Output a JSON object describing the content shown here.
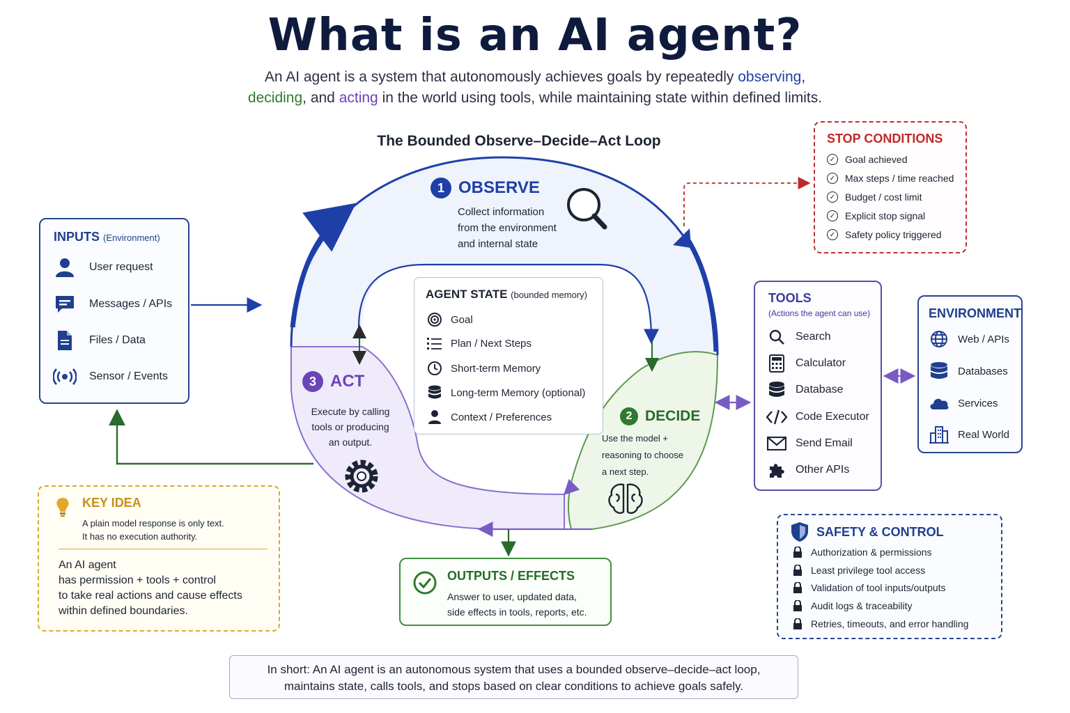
{
  "header": {
    "title": "What is an AI agent?",
    "subtitle_parts": {
      "p1": "An AI agent is a system that autonomously achieves goals by repeatedly ",
      "observing": "observing",
      "p2": ",",
      "deciding": "deciding",
      "p3": ", and ",
      "acting": "acting",
      "p4": " in the world using tools, while maintaining state within defined limits."
    }
  },
  "loop": {
    "title": "The Bounded Observe–Decide–Act Loop",
    "observe": {
      "num": "1",
      "title": "OBSERVE",
      "desc": [
        "Collect information",
        "from the environment",
        "and internal state"
      ]
    },
    "decide": {
      "num": "2",
      "title": "DECIDE",
      "desc": [
        "Use the model +",
        "reasoning to choose",
        "a next step."
      ]
    },
    "act": {
      "num": "3",
      "title": "ACT",
      "desc": [
        "Execute by calling",
        "tools or producing",
        "an output."
      ]
    }
  },
  "agent_state": {
    "title": "AGENT STATE",
    "title_note": "(bounded memory)",
    "items": [
      {
        "icon": "target-icon",
        "label": "Goal"
      },
      {
        "icon": "list-icon",
        "label": "Plan / Next Steps"
      },
      {
        "icon": "clock-icon",
        "label": "Short-term Memory"
      },
      {
        "icon": "database-icon",
        "label": "Long-term Memory (optional)"
      },
      {
        "icon": "user-icon",
        "label": "Context / Preferences"
      }
    ]
  },
  "inputs": {
    "title": "INPUTS",
    "title_note": "(Environment)",
    "items": [
      {
        "icon": "user-icon",
        "label": "User request"
      },
      {
        "icon": "chat-icon",
        "label": "Messages / APIs"
      },
      {
        "icon": "file-icon",
        "label": "Files / Data"
      },
      {
        "icon": "broadcast-icon",
        "label": "Sensor / Events"
      }
    ]
  },
  "stop_conditions": {
    "title": "STOP CONDITIONS",
    "items": [
      "Goal achieved",
      "Max steps / time reached",
      "Budget / cost limit",
      "Explicit stop signal",
      "Safety policy triggered"
    ]
  },
  "tools": {
    "title": "TOOLS",
    "subtitle": "(Actions the agent can use)",
    "items": [
      {
        "icon": "search-icon",
        "label": "Search"
      },
      {
        "icon": "calculator-icon",
        "label": "Calculator"
      },
      {
        "icon": "database-icon",
        "label": "Database"
      },
      {
        "icon": "code-icon",
        "label": "Code Executor"
      },
      {
        "icon": "mail-icon",
        "label": "Send Email"
      },
      {
        "icon": "puzzle-icon",
        "label": "Other APIs"
      }
    ]
  },
  "environment": {
    "title": "ENVIRONMENT",
    "items": [
      {
        "icon": "globe-icon",
        "label": "Web / APIs"
      },
      {
        "icon": "database-icon",
        "label": "Databases"
      },
      {
        "icon": "cloud-icon",
        "label": "Services"
      },
      {
        "icon": "building-icon",
        "label": "Real World"
      }
    ]
  },
  "key_idea": {
    "title": "KEY IDEA",
    "small": [
      "A plain model response is only text.",
      "It has no execution authority."
    ],
    "big": [
      "An AI agent",
      "has permission + tools + control",
      "to take real actions and cause effects",
      "within defined boundaries."
    ]
  },
  "outputs": {
    "title": "OUTPUTS / EFFECTS",
    "desc": [
      "Answer to user, updated data,",
      "side effects in tools, reports, etc."
    ]
  },
  "safety": {
    "title": "SAFETY & CONTROL",
    "items": [
      "Authorization & permissions",
      "Least privilege tool access",
      "Validation of tool inputs/outputs",
      "Audit logs & traceability",
      "Retries, timeouts, and error handling"
    ]
  },
  "summary": {
    "lines": [
      "In short: An AI agent is an autonomous system that uses a bounded observe–decide–act loop,",
      "maintains state, calls tools, and stops based on clear conditions to achieve goals safely."
    ]
  },
  "colors": {
    "observe": "#1f3fa8",
    "decide": "#2f7a2f",
    "act": "#6a44b8",
    "stop": "#c02828",
    "key_idea": "#d9a830"
  }
}
